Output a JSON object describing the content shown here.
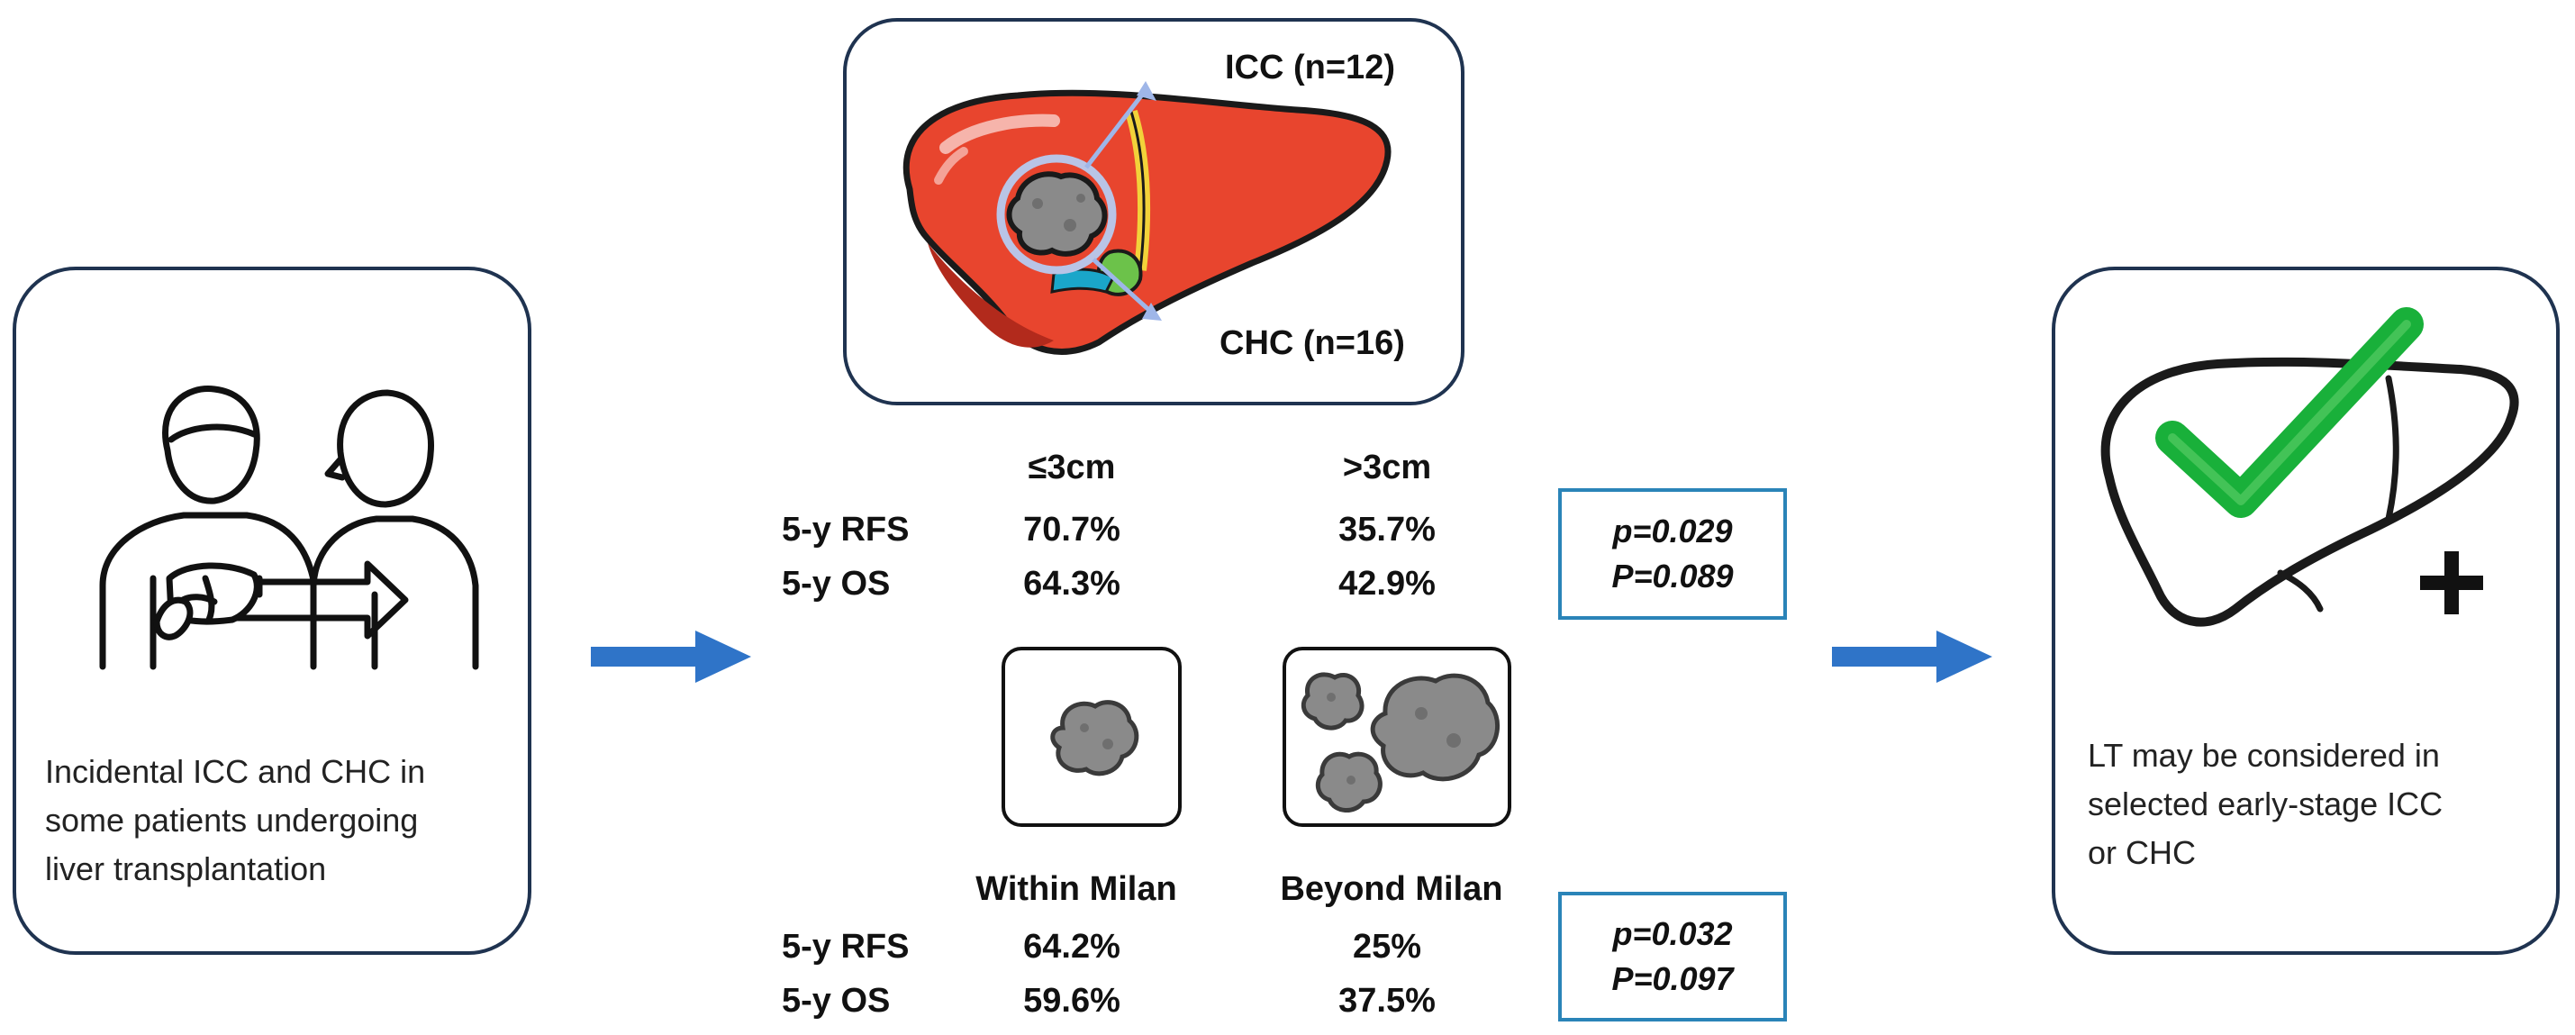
{
  "left_panel": {
    "caption_lines": [
      "Incidental ICC and CHC in",
      "some patients undergoing",
      "liver transplantation"
    ]
  },
  "liver_panel": {
    "icc_label": "ICC (n=12)",
    "chc_label": "CHC (n=16)"
  },
  "size_table": {
    "col1": "≤3cm",
    "col2": ">3cm",
    "rows": [
      {
        "label": "5-y RFS",
        "v1": "70.7%",
        "v2": "35.7%"
      },
      {
        "label": "5-y OS",
        "v1": "64.3%",
        "v2": "42.9%"
      }
    ],
    "p_values": [
      "p=0.029",
      "P=0.089"
    ]
  },
  "milan_table": {
    "col1": "Within Milan",
    "col2": "Beyond Milan",
    "rows": [
      {
        "label": "5-y RFS",
        "v1": "64.2%",
        "v2": "25%"
      },
      {
        "label": "5-y OS",
        "v1": "59.6%",
        "v2": "37.5%"
      }
    ],
    "p_values": [
      "p=0.032",
      "P=0.097"
    ]
  },
  "right_panel": {
    "caption_lines": [
      "LT may be considered in",
      "selected early-stage ICC",
      "or CHC"
    ]
  },
  "colors": {
    "panel_border": "#1f3350",
    "p_box_border": "#2a84b8",
    "arrow": "#2f74c8",
    "liver_red": "#e8452e",
    "tumor_gray": "#8a8a8a",
    "check_green": "#19b03a"
  },
  "icons": [
    "patients-transplant-icon",
    "liver-tumor-icon",
    "small-tumor-icon",
    "multiple-tumors-icon",
    "liver-check-plus-icon",
    "flow-arrow-icon"
  ]
}
